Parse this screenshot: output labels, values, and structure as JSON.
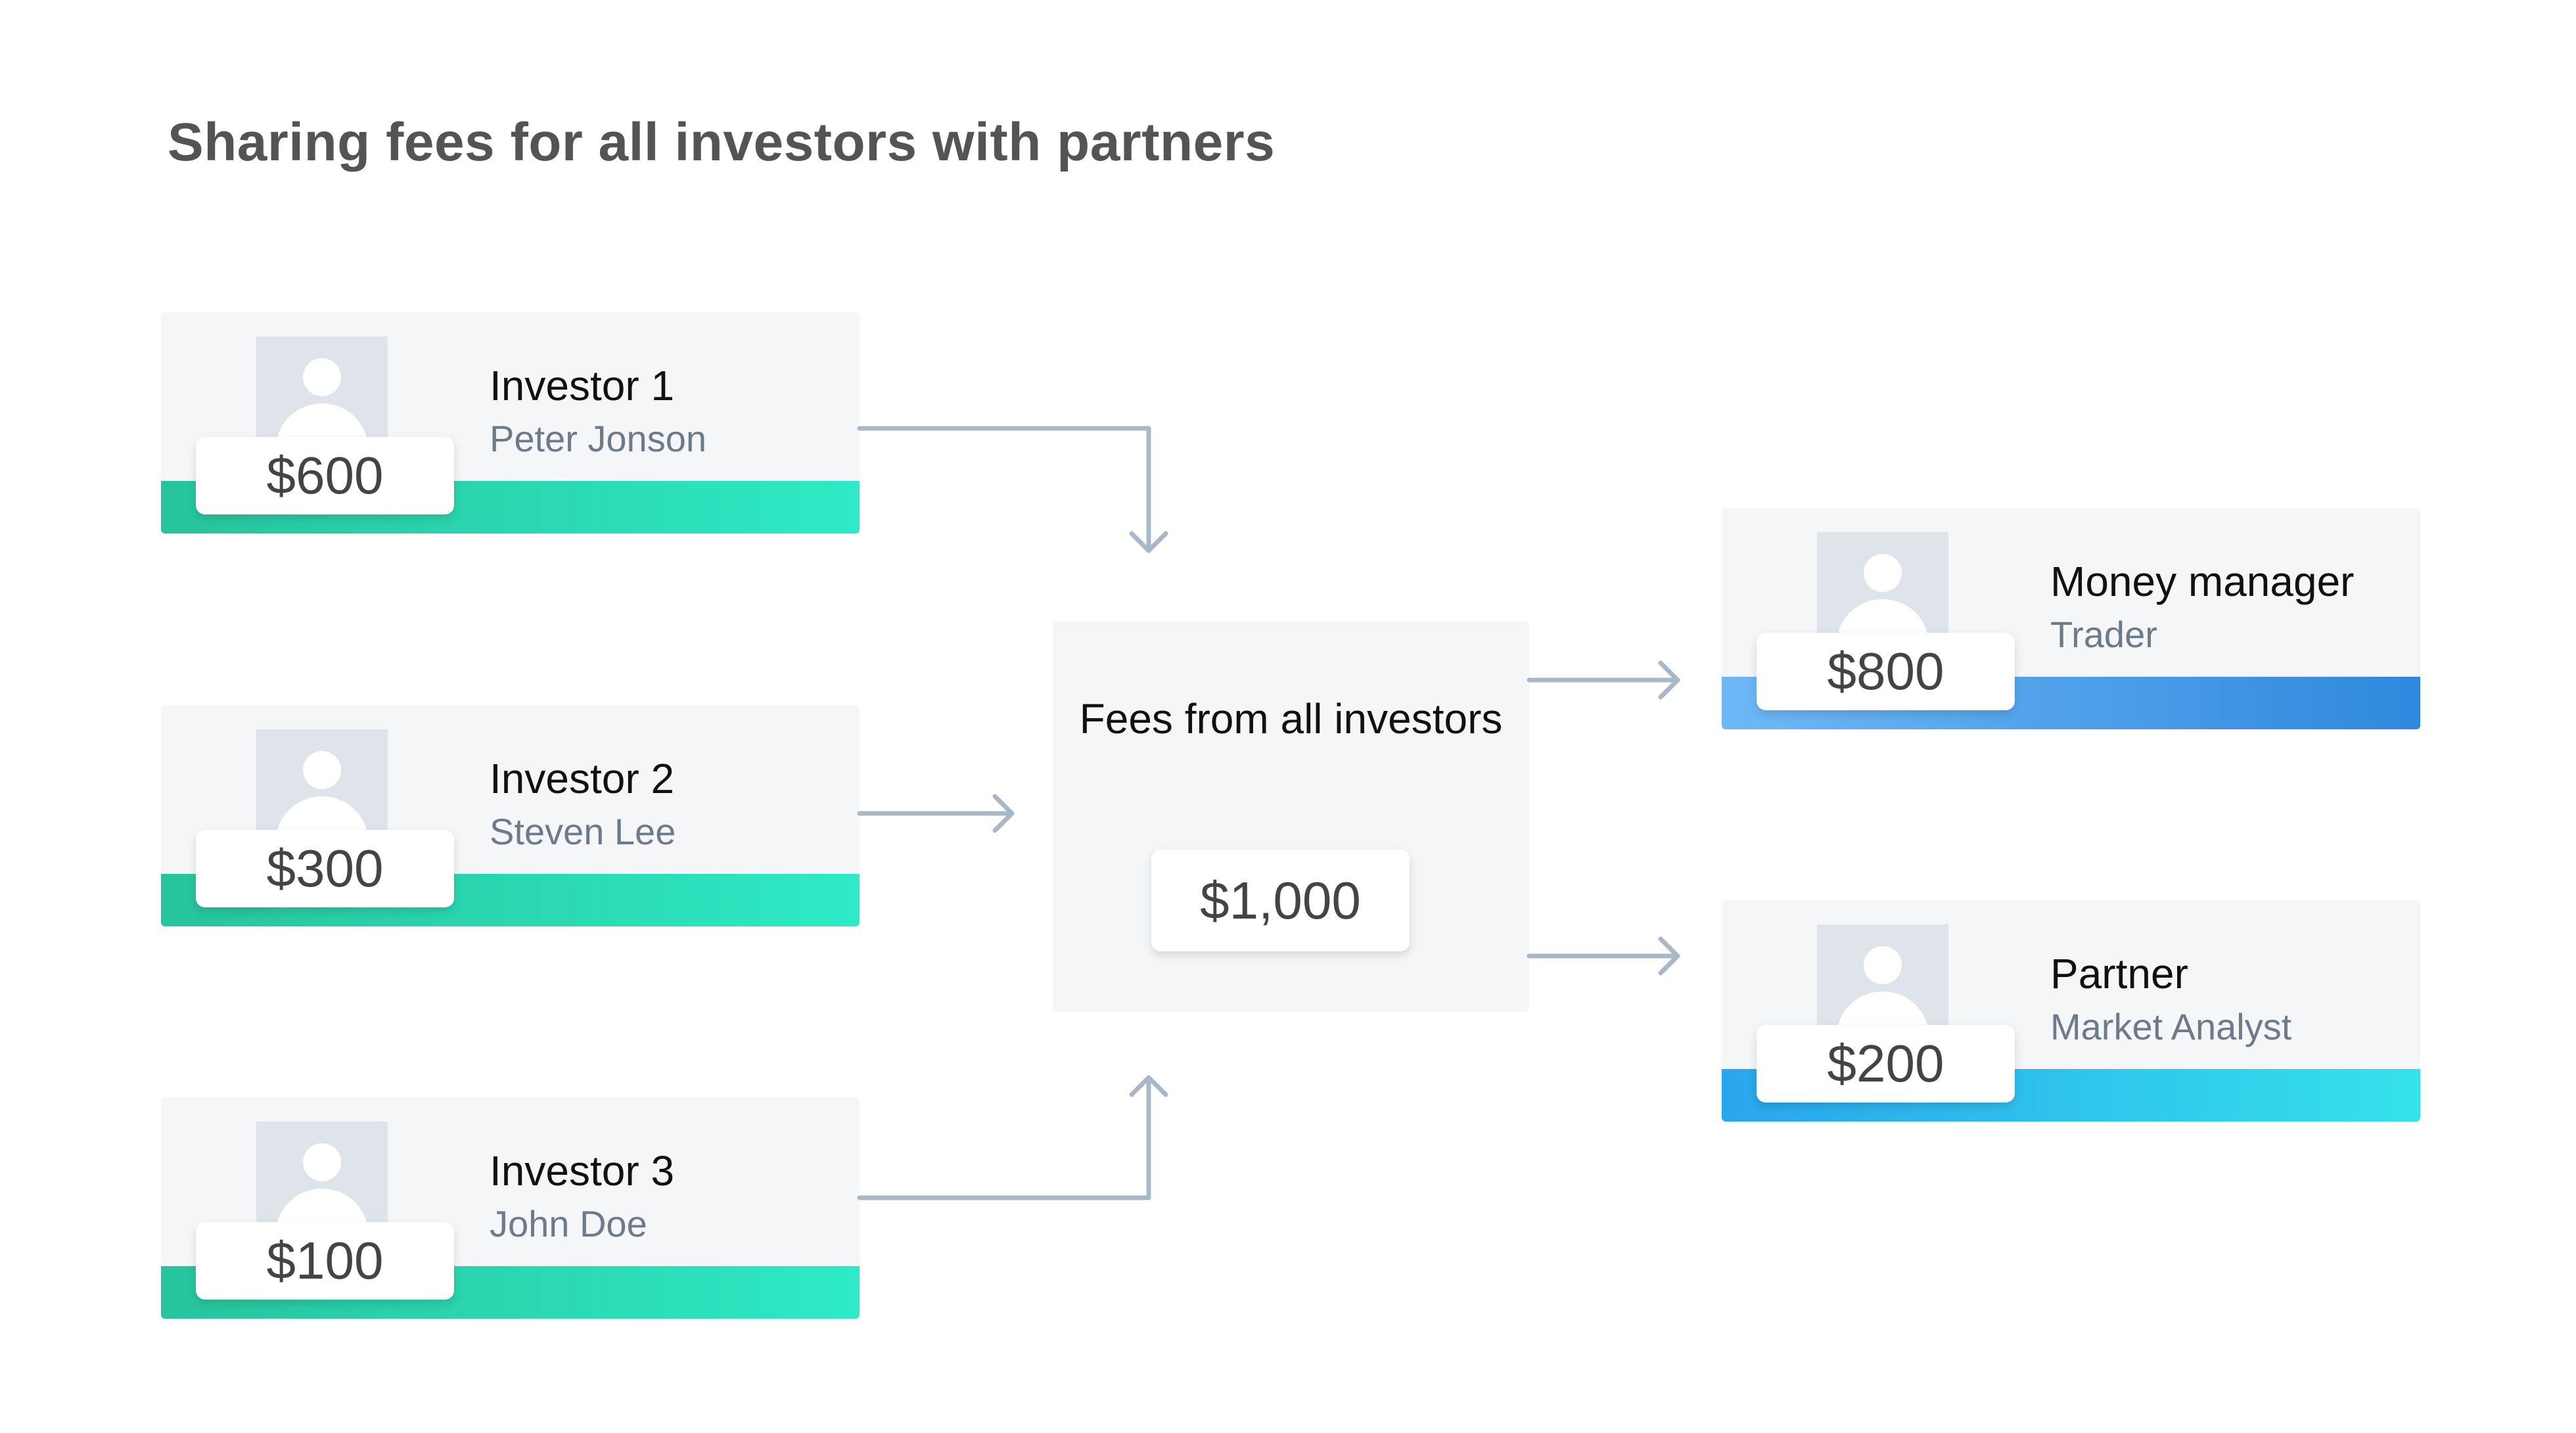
{
  "title": "Sharing fees for all investors with partners",
  "investors": [
    {
      "name": "Investor 1",
      "person": "Peter Jonson",
      "amount": "$600"
    },
    {
      "name": "Investor 2",
      "person": "Steven Lee",
      "amount": "$300"
    },
    {
      "name": "Investor 3",
      "person": "John Doe",
      "amount": "$100"
    }
  ],
  "pool": {
    "label": "Fees from all investors",
    "amount": "$1,000"
  },
  "recipients": [
    {
      "name": "Money manager",
      "role": "Trader",
      "amount": "$800"
    },
    {
      "name": "Partner",
      "role": "Market Analyst",
      "amount": "$200"
    }
  ],
  "icons": {
    "avatar": "user-avatar-icon",
    "arrow": "arrow-icon"
  },
  "colors": {
    "investor_bar": "#2ed8b4",
    "manager_bar": "#3d95e4",
    "partner_bar": "#2fc6ec",
    "arrow": "#a9b8c6",
    "card_bg": "#f4f6f8"
  }
}
